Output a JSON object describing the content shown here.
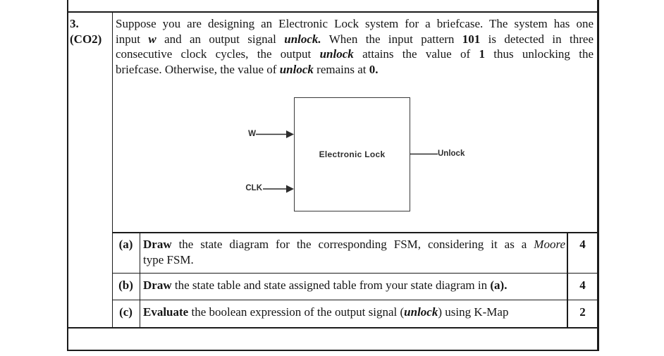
{
  "question": {
    "number": "3.",
    "co_tag": "(CO2)",
    "lines": [
      [
        {
          "t": "Suppose you are designing an Electronic Lock system for a briefcase. The system has one",
          "s": "n"
        }
      ],
      [
        {
          "t": "input ",
          "s": "n"
        },
        {
          "t": "w",
          "s": "bi"
        },
        {
          "t": " and an output signal ",
          "s": "n"
        },
        {
          "t": "unlock.",
          "s": "bi"
        },
        {
          "t": " When the input pattern ",
          "s": "n"
        },
        {
          "t": "101",
          "s": "b"
        },
        {
          "t": " is detected in three",
          "s": "n"
        }
      ],
      [
        {
          "t": "consecutive clock cycles, the output ",
          "s": "n"
        },
        {
          "t": "unlock",
          "s": "bi"
        },
        {
          "t": " attains the value of ",
          "s": "n"
        },
        {
          "t": "1",
          "s": "b"
        },
        {
          "t": " thus unlocking the",
          "s": "n"
        }
      ],
      [
        {
          "t": "briefcase. Otherwise, the value of ",
          "s": "n"
        },
        {
          "t": "unlock",
          "s": "bi"
        },
        {
          "t": " remains at ",
          "s": "n"
        },
        {
          "t": "0.",
          "s": "b"
        }
      ]
    ]
  },
  "diagram": {
    "block_label": "Electronic Lock",
    "input_w_label": "W",
    "input_clk_label": "CLK",
    "output_label": "Unlock"
  },
  "subquestions": [
    {
      "letter": "(a)",
      "marks": "4",
      "lines": [
        [
          {
            "t": "Draw",
            "s": "b"
          },
          {
            "t": " the state diagram for the corresponding FSM, considering it as a ",
            "s": "n"
          },
          {
            "t": "Moore",
            "s": "i"
          }
        ],
        [
          {
            "t": "type FSM.",
            "s": "n"
          }
        ]
      ]
    },
    {
      "letter": "(b)",
      "marks": "4",
      "lines": [
        [
          {
            "t": "Draw",
            "s": "b"
          },
          {
            "t": " the state table and state assigned table from your state diagram in ",
            "s": "n"
          },
          {
            "t": "(a).",
            "s": "b"
          }
        ]
      ]
    },
    {
      "letter": "(c)",
      "marks": "2",
      "lines": [
        [
          {
            "t": "Evaluate",
            "s": "b"
          },
          {
            "t": " the boolean expression of the output signal (",
            "s": "n"
          },
          {
            "t": "unlock",
            "s": "bi"
          },
          {
            "t": ") using K-Map",
            "s": "n"
          }
        ]
      ]
    }
  ]
}
